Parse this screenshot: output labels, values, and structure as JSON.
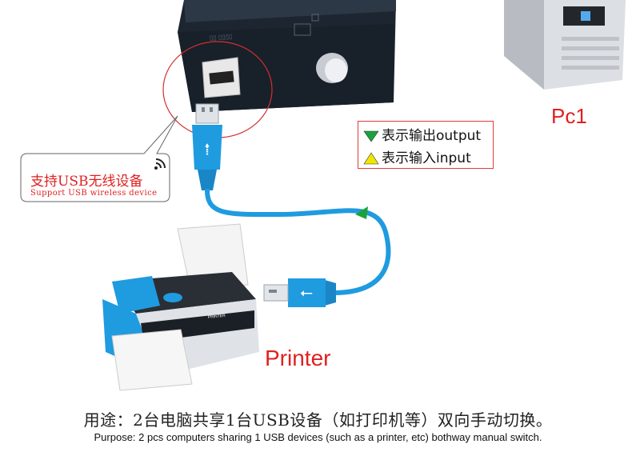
{
  "legend": {
    "output_label": "表示输出output",
    "input_label": "表示输入input",
    "output_color": "#1aa33a",
    "input_color": "#f2e600"
  },
  "pc": {
    "label": "Pc1"
  },
  "printer": {
    "label": "Printer",
    "brand": "PRINTER"
  },
  "callout": {
    "title_cn": "支持USB无线设备",
    "subtitle_en": "Support USB wireless device",
    "icon": "wifi-signal-icon"
  },
  "caption": {
    "cn": "用途：2台电脑共享1台USB设备（如打印机等）双向手动切换。",
    "en": "Purpose: 2 pcs computers sharing 1 USB devices (such as a printer, etc) bothway manual switch."
  },
  "colors": {
    "accent_red": "#e02020",
    "cable_blue": "#1f9be0",
    "switch_box": "#1c2530"
  }
}
